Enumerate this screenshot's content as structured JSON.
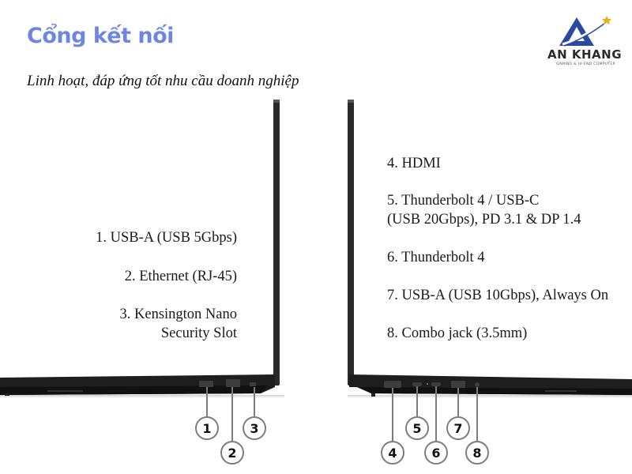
{
  "header": {
    "title": "Cổng kết nối",
    "subtitle": "Linh hoạt, đáp ứng tốt nhu cầu doanh nghiệp",
    "title_color": "#6f86e0"
  },
  "logo": {
    "name": "AN KHANG",
    "tagline": "GAMING & HI-END COMPUTER",
    "icon": "mountain-star-logo-icon",
    "primary_color": "#2a4aa0",
    "star_color": "#e8b21a"
  },
  "left_side": {
    "ports": [
      {
        "number": "1",
        "label": "1. USB-A (USB 5Gbps)"
      },
      {
        "number": "2",
        "label": "2. Ethernet (RJ-45)"
      },
      {
        "number": "3",
        "label_line1": "3. Kensington Nano",
        "label_line2": "Security Slot"
      }
    ]
  },
  "right_side": {
    "ports": [
      {
        "number": "4",
        "label": "4. HDMI"
      },
      {
        "number": "5",
        "label_line1": "5. Thunderbolt 4 / USB-C",
        "label_line2": "(USB 20Gbps), PD 3.1 & DP 1.4"
      },
      {
        "number": "6",
        "label": "6. Thunderbolt 4"
      },
      {
        "number": "7",
        "label": "7. USB-A (USB 10Gbps), Always On"
      },
      {
        "number": "8",
        "label": "8. Combo jack (3.5mm)"
      }
    ]
  }
}
